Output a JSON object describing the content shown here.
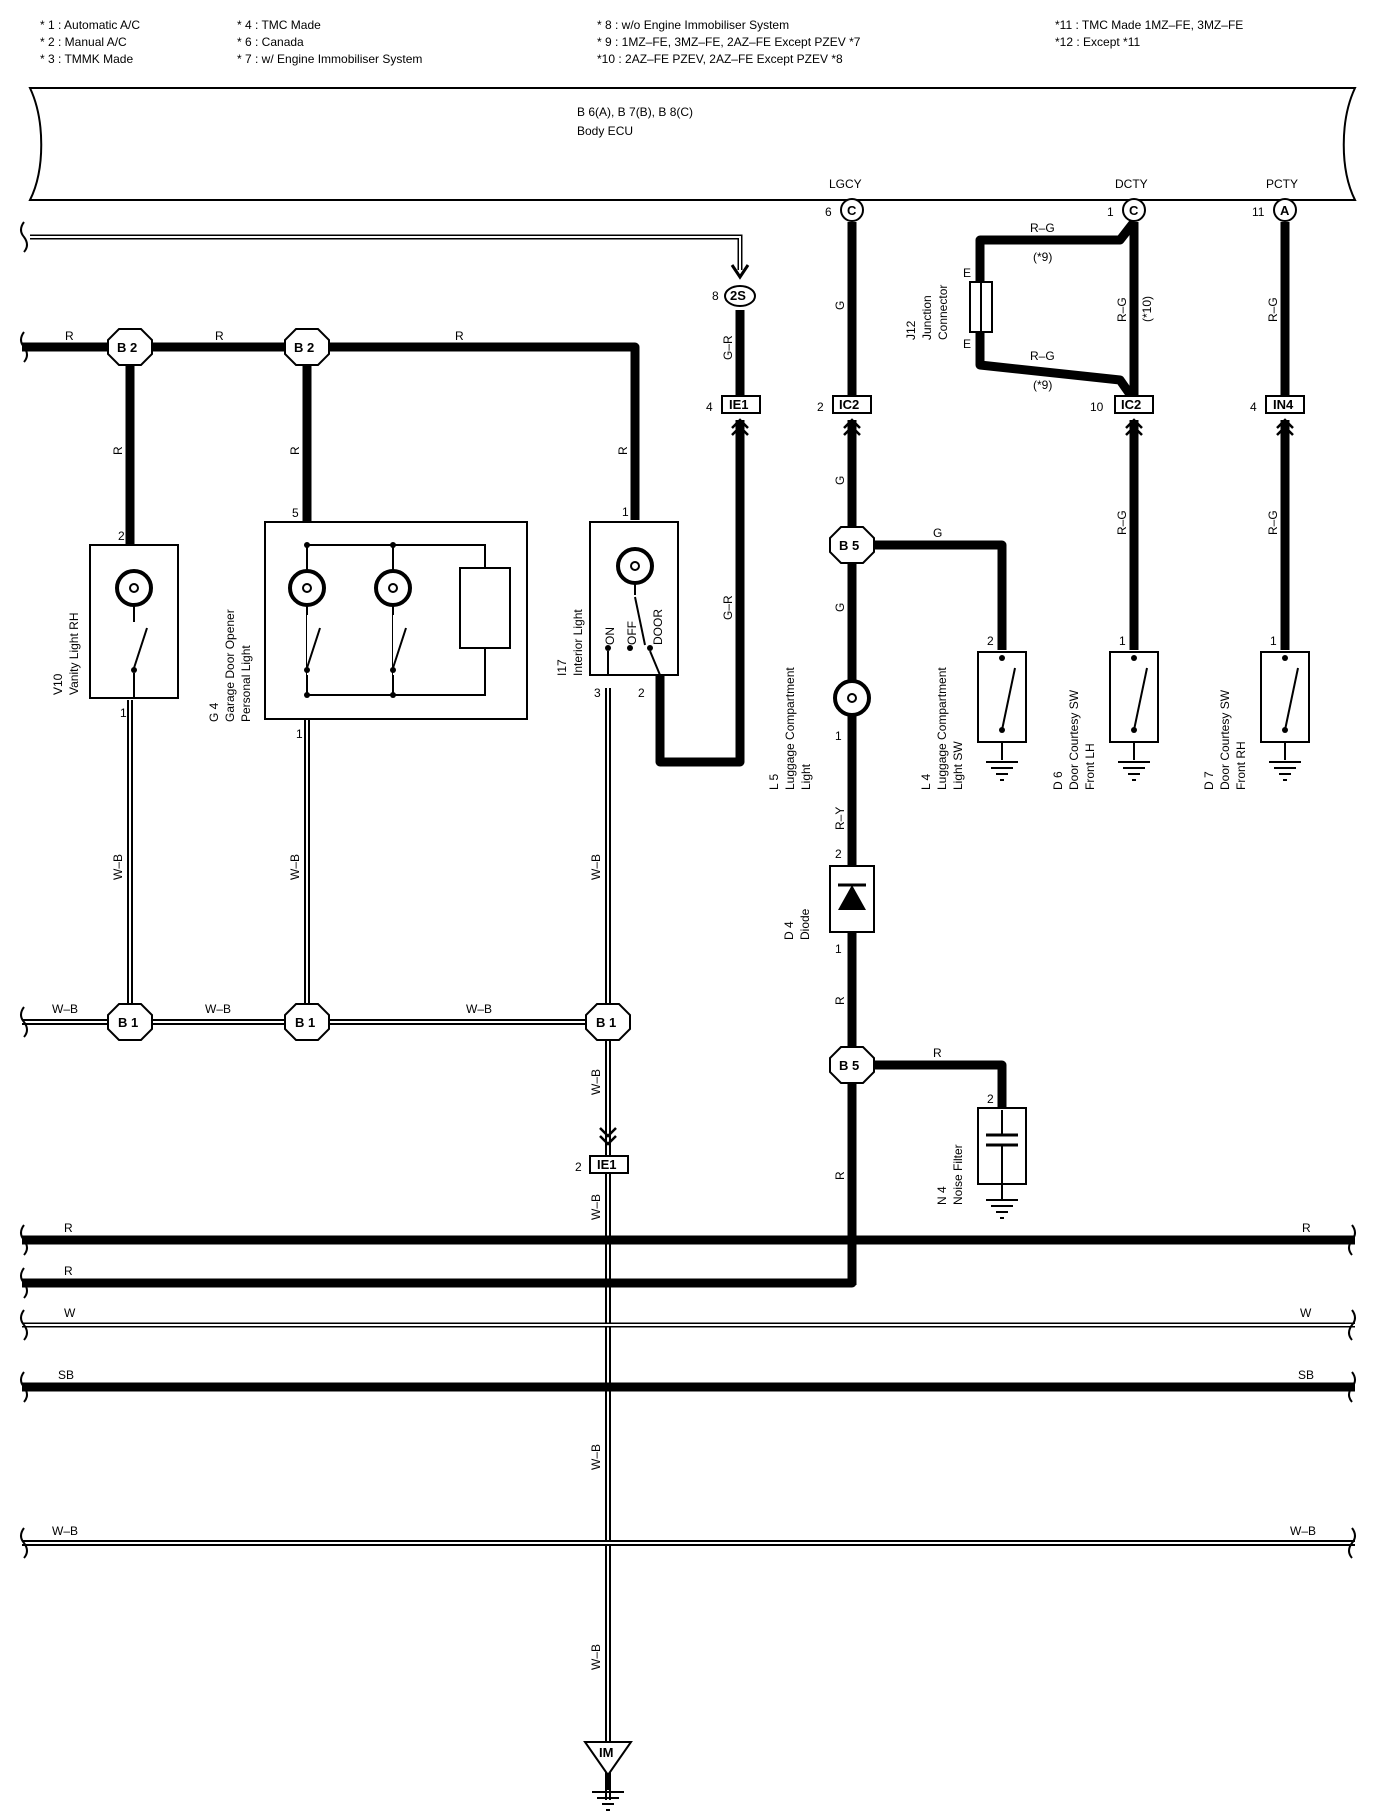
{
  "legend": {
    "col1": [
      "* 1 : Automatic A/C",
      "* 2 : Manual A/C",
      "* 3 : TMMK Made"
    ],
    "col2": [
      "* 4 : TMC Made",
      "* 6 : Canada",
      "* 7 : w/ Engine Immobiliser System"
    ],
    "col3": [
      "* 8 : w/o Engine Immobiliser System",
      "* 9 : 1MZ–FE,  3MZ–FE,  2AZ–FE Except PZEV *7",
      "*10 : 2AZ–FE PZEV,  2AZ–FE Except PZEV *8"
    ],
    "col4": [
      "*11 : TMC Made 1MZ–FE, 3MZ–FE",
      "*12 : Except *11"
    ]
  },
  "ecu": {
    "ref": "B 6(A), B 7(B), B 8(C)",
    "name": "Body ECU",
    "terminals": [
      {
        "label": "LGCY",
        "pin": "6",
        "connector": "C"
      },
      {
        "label": "DCTY",
        "pin": "1",
        "connector": "C"
      },
      {
        "label": "PCTY",
        "pin": "11",
        "connector": "A"
      }
    ]
  },
  "junctions": {
    "b2": "B 2",
    "b1": "B 1",
    "b5": "B 5",
    "s2": "2S",
    "ground": "IM"
  },
  "connectors": {
    "ie1_top": {
      "pin": "4",
      "name": "IE1"
    },
    "ic2_left": {
      "pin": "2",
      "name": "IC2"
    },
    "ic2_right": {
      "pin": "10",
      "name": "IC2"
    },
    "in4": {
      "pin": "4",
      "name": "IN4"
    },
    "ie1_bottom": {
      "pin": "2",
      "name": "IE1"
    },
    "s2_pin": "8"
  },
  "components": {
    "v10": {
      "code": "V10",
      "name": "Vanity Light RH",
      "pin_top": "2",
      "pin_bottom": "1"
    },
    "g4": {
      "code": "G 4",
      "name1": "Garage Door Opener",
      "name2": "Personal Light",
      "pin_top": "5",
      "pin_bottom": "1"
    },
    "i17": {
      "code": "I17",
      "name": "Interior Light",
      "pin_top": "1",
      "pin_left": "3",
      "pin_right": "2",
      "sw_on": "ON",
      "sw_off": "OFF",
      "sw_door": "DOOR"
    },
    "j12": {
      "code": "J12",
      "name1": "Junction",
      "name2": "Connector",
      "pin_e": "E"
    },
    "l5": {
      "code": "L 5",
      "name1": "Luggage Compartment",
      "name2": "Light",
      "pin": "1"
    },
    "l4": {
      "code": "L 4",
      "name1": "Luggage Compartment",
      "name2": "Light SW",
      "pin": "2"
    },
    "d6": {
      "code": "D 6",
      "name1": "Door Courtesy SW",
      "name2": "Front LH",
      "pin": "1"
    },
    "d7": {
      "code": "D 7",
      "name1": "Door Courtesy SW",
      "name2": "Front RH",
      "pin": "1"
    },
    "d4": {
      "code": "D 4",
      "name": "Diode",
      "pin_top": "2",
      "pin_bottom": "1"
    },
    "n4": {
      "code": "N 4",
      "name": "Noise Filter",
      "pin": "2"
    }
  },
  "wire_colors": {
    "r": "R",
    "g": "G",
    "gr": "G–R",
    "rg": "R–G",
    "ry": "R–Y",
    "wb": "W–B",
    "w": "W",
    "sb": "SB"
  },
  "notes": {
    "n9": "(*9)",
    "n10": "(*10)"
  }
}
